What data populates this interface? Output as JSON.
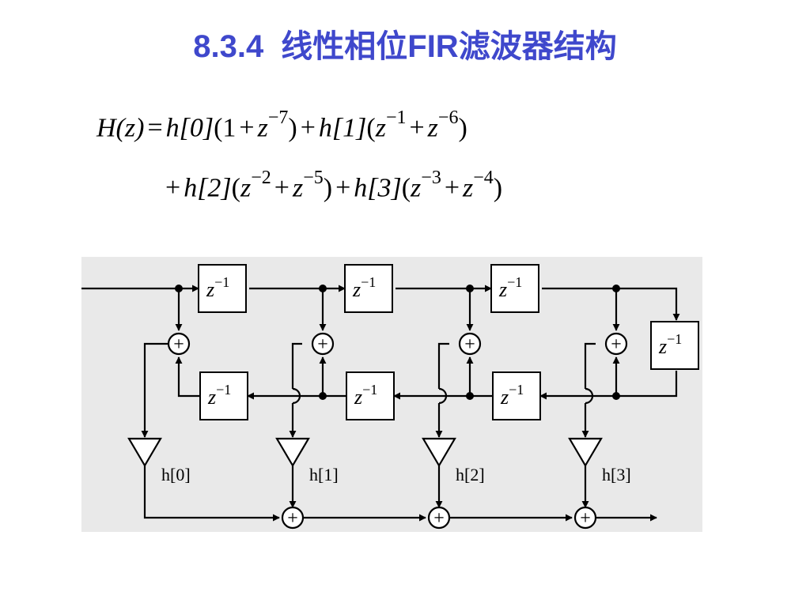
{
  "colors": {
    "title": "#3f48cc",
    "diagram_background": "#e9e9e9",
    "line": "#000000"
  },
  "title": {
    "number": "8.3.4",
    "text": "线性相位FIR滤波器结构"
  },
  "equation": {
    "line1": {
      "lhs": "H(z)",
      "eq": "=",
      "t0_coef": "h[0]",
      "t0_open": "(1",
      "t0_plus": "+",
      "t0_z": "z",
      "t0_exp": "−7",
      "t0_close": ")",
      "plus1": "+",
      "t1_coef": "h[1]",
      "t1_open": "(",
      "t1_za": "z",
      "t1_exp_a": "−1",
      "t1_plus": "+",
      "t1_zb": "z",
      "t1_exp_b": "−6",
      "t1_close": ")"
    },
    "line2": {
      "plus0": "+",
      "t2_coef": "h[2]",
      "t2_open": "(",
      "t2_za": "z",
      "t2_exp_a": "−2",
      "t2_plus": "+",
      "t2_zb": "z",
      "t2_exp_b": "−5",
      "t2_close": ")",
      "plus1": "+",
      "t3_coef": "h[3]",
      "t3_open": "(",
      "t3_za": "z",
      "t3_exp_a": "−3",
      "t3_plus": "+",
      "t3_zb": "z",
      "t3_exp_b": "−4",
      "t3_close": ")"
    }
  },
  "diagram": {
    "delay_base": "z",
    "delay_exp": "−1",
    "adder_symbol": "+",
    "coefficients": [
      "h[0]",
      "h[1]",
      "h[2]",
      "h[3]"
    ]
  }
}
